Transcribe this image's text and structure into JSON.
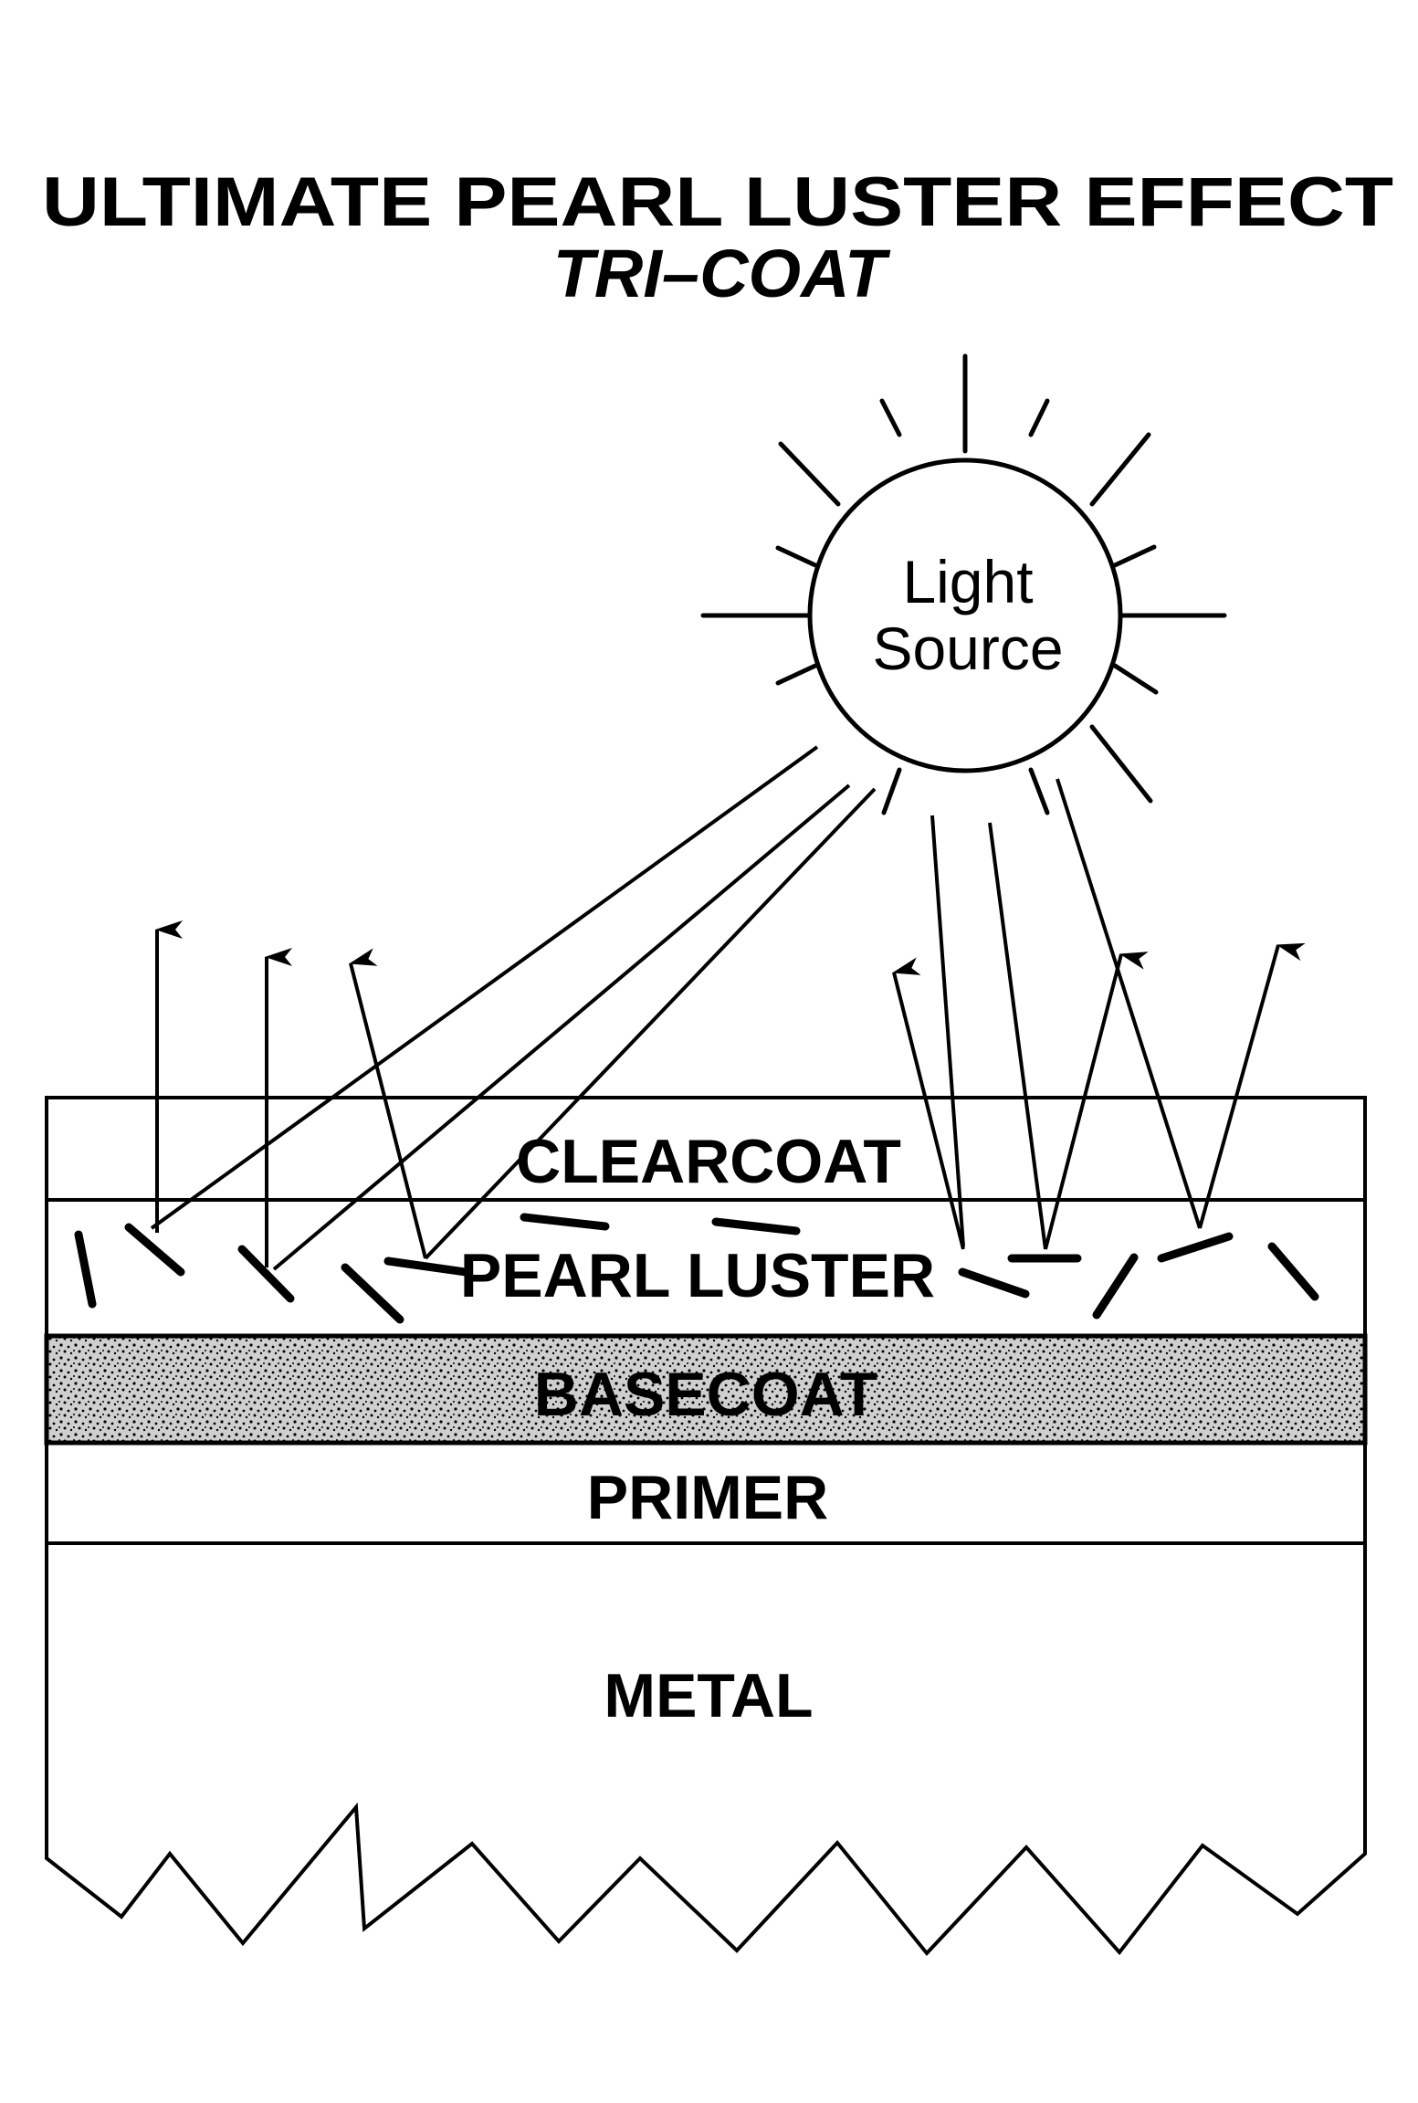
{
  "title": {
    "line1": "ULTIMATE PEARL LUSTER EFFECT",
    "line2": "TRI–COAT"
  },
  "light_source": {
    "line1": "Light",
    "line2": "Source"
  },
  "layers": {
    "clearcoat": "CLEARCOAT",
    "pearl_luster": "PEARL LUSTER",
    "basecoat": "BASECOAT",
    "primer": "PRIMER",
    "metal": "METAL"
  },
  "colors": {
    "ink": "#000000",
    "background": "#ffffff"
  }
}
